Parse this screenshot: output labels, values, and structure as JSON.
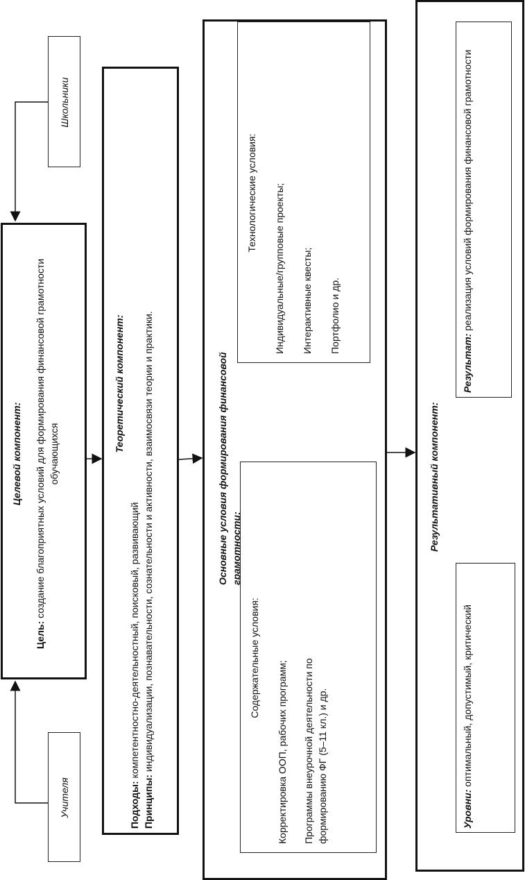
{
  "actors": {
    "students": "Школьники",
    "teachers": "Учителя"
  },
  "goal": {
    "title": "Целевой компонент:",
    "label": "Цель:",
    "text": "создание благоприятных условий для формирования финансовой грамотности обучающихся"
  },
  "theory": {
    "title": "Теоретический компонент:",
    "approaches_label": "Подходы:",
    "approaches_text": "компетентностно-деятельностный, поисковый, развивающий",
    "principles_label": "Принципы:",
    "principles_text": "индивидуализации, познавательности, сознательности и активности, взаимосвязи теории и практики."
  },
  "conditions": {
    "title": "Основные условия формирования финансовой грамотности:",
    "content": {
      "heading": "Содержательные условия:",
      "item1": "Корректировка ООП, рабочих программ;",
      "item2": "Программы внеурочной деятельности по формированию ФГ (5–11 кл.) и др."
    },
    "tech": {
      "heading": "Технологические условия:",
      "item1": "Индивидуальные/групповые проекты;",
      "item2": "Интерактивные квесты;",
      "item3": "Портфолио и др."
    }
  },
  "result": {
    "title": "Результативный компонент:",
    "levels_label": "Уровни:",
    "levels_text": "оптимальный, допустимый, критический",
    "outcome_label": "Результат:",
    "outcome_text": "реализация условий формирования финансовой грамотности"
  }
}
